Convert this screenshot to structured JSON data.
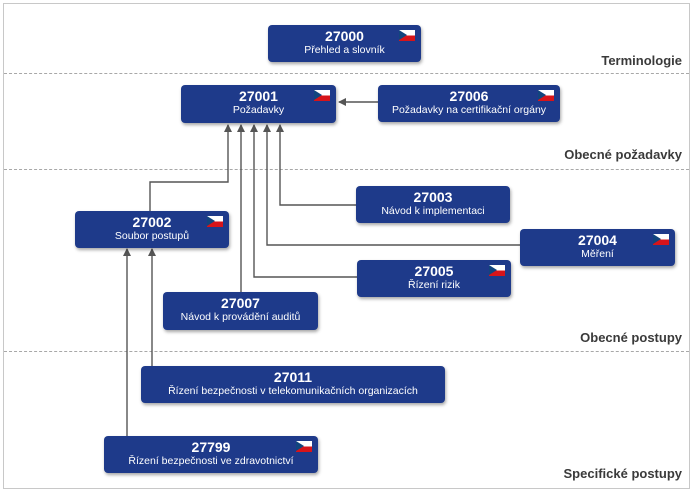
{
  "colors": {
    "box": "#1e3a8a",
    "arrow": "#555555",
    "divider": "#a8a8a8"
  },
  "sections": [
    {
      "id": "terminology",
      "label": "Terminologie"
    },
    {
      "id": "general-requirements",
      "label": "Obecné požadavky"
    },
    {
      "id": "general-procedures",
      "label": "Obecné postupy"
    },
    {
      "id": "specific-procedures",
      "label": "Specifické postupy"
    }
  ],
  "boxes": {
    "b27000": {
      "code": "27000",
      "title": "Přehled a slovník",
      "flag": true
    },
    "b27001": {
      "code": "27001",
      "title": "Požadavky",
      "flag": true
    },
    "b27006": {
      "code": "27006",
      "title": "Požadavky na certifikační orgány",
      "flag": true
    },
    "b27002": {
      "code": "27002",
      "title": "Soubor postupů",
      "flag": true
    },
    "b27003": {
      "code": "27003",
      "title": "Návod k implementaci",
      "flag": false
    },
    "b27004": {
      "code": "27004",
      "title": "Měření",
      "flag": true
    },
    "b27005": {
      "code": "27005",
      "title": "Řízení rizik",
      "flag": true
    },
    "b27007": {
      "code": "27007",
      "title": "Návod k provádění auditů",
      "flag": false
    },
    "b27011": {
      "code": "27011",
      "title": "Řízení bezpečnosti v telekomunikačních organizacích",
      "flag": false
    },
    "b27799": {
      "code": "27799",
      "title": "Řízení bezpečnosti ve zdravotnictví",
      "flag": true
    }
  },
  "flag_icon": "czech-flag-icon"
}
